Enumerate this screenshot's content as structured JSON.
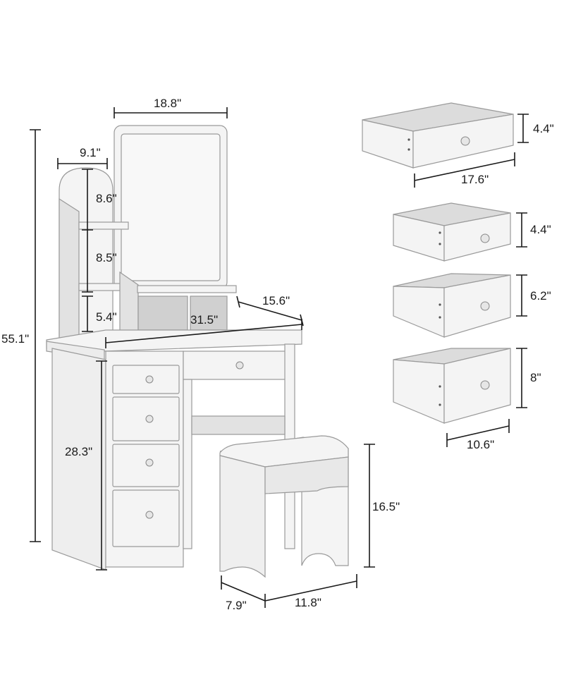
{
  "product": "vanity-set-with-stool",
  "dimensions": {
    "mirror_width": "18.8\"",
    "shelf_unit_width": "9.1\"",
    "shelf_top": "8.6\"",
    "shelf_middle": "8.5\"",
    "shelf_bottom": "5.4\"",
    "table_depth": "15.6\"",
    "table_width": "31.5\"",
    "total_height": "55.1\"",
    "table_height": "28.3\"",
    "stool_height": "16.5\"",
    "stool_depth": "7.9\"",
    "stool_width": "11.8\""
  },
  "drawers": [
    {
      "height": "4.4\"",
      "width": "17.6\""
    },
    {
      "height": "4.4\""
    },
    {
      "height": "6.2\""
    },
    {
      "height": "8\"",
      "width": "10.6\""
    }
  ],
  "colors": {
    "furniture": "#f4f4f4",
    "outline": "#9a9a9a",
    "text": "#1a1a1a"
  }
}
